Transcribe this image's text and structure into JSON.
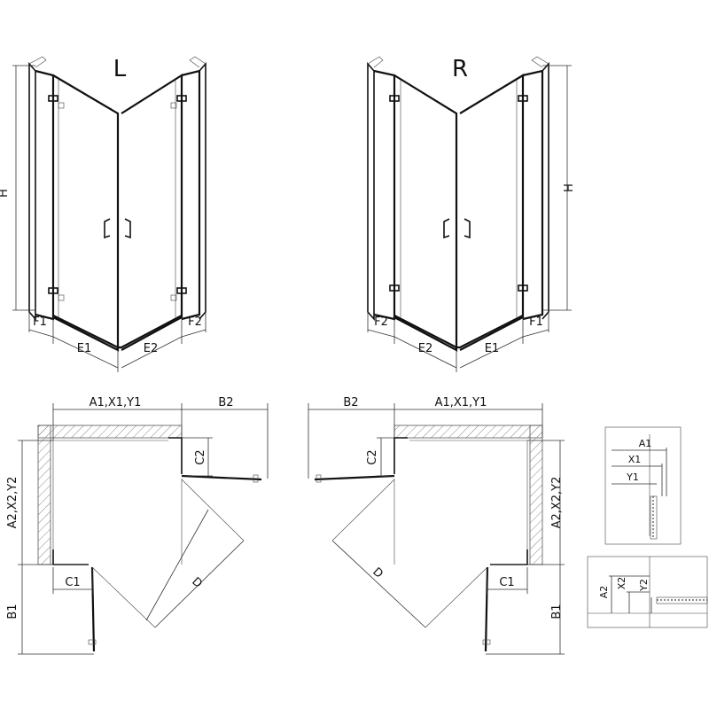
{
  "views": {
    "left_label": "L",
    "right_label": "R"
  },
  "elevation": {
    "height": "H",
    "left": {
      "f1": "F1",
      "e1": "E1",
      "e2": "E2",
      "f2": "F2"
    },
    "right": {
      "f2": "F2",
      "e2": "E2",
      "e1": "E1",
      "f1": "F1"
    }
  },
  "plan": {
    "a_top": "A1,X1,Y1",
    "a_side": "A2,X2,Y2",
    "b2": "B2",
    "c2": "C2",
    "c1": "C1",
    "b1": "B1",
    "d": "D"
  },
  "details": {
    "top": {
      "a1": "A1",
      "x1": "X1",
      "y1": "Y1"
    },
    "bottom": {
      "a2": "A2",
      "x2": "X2",
      "y2": "Y2"
    }
  },
  "colors": {
    "line": "#111111",
    "hatch": "#888888"
  }
}
